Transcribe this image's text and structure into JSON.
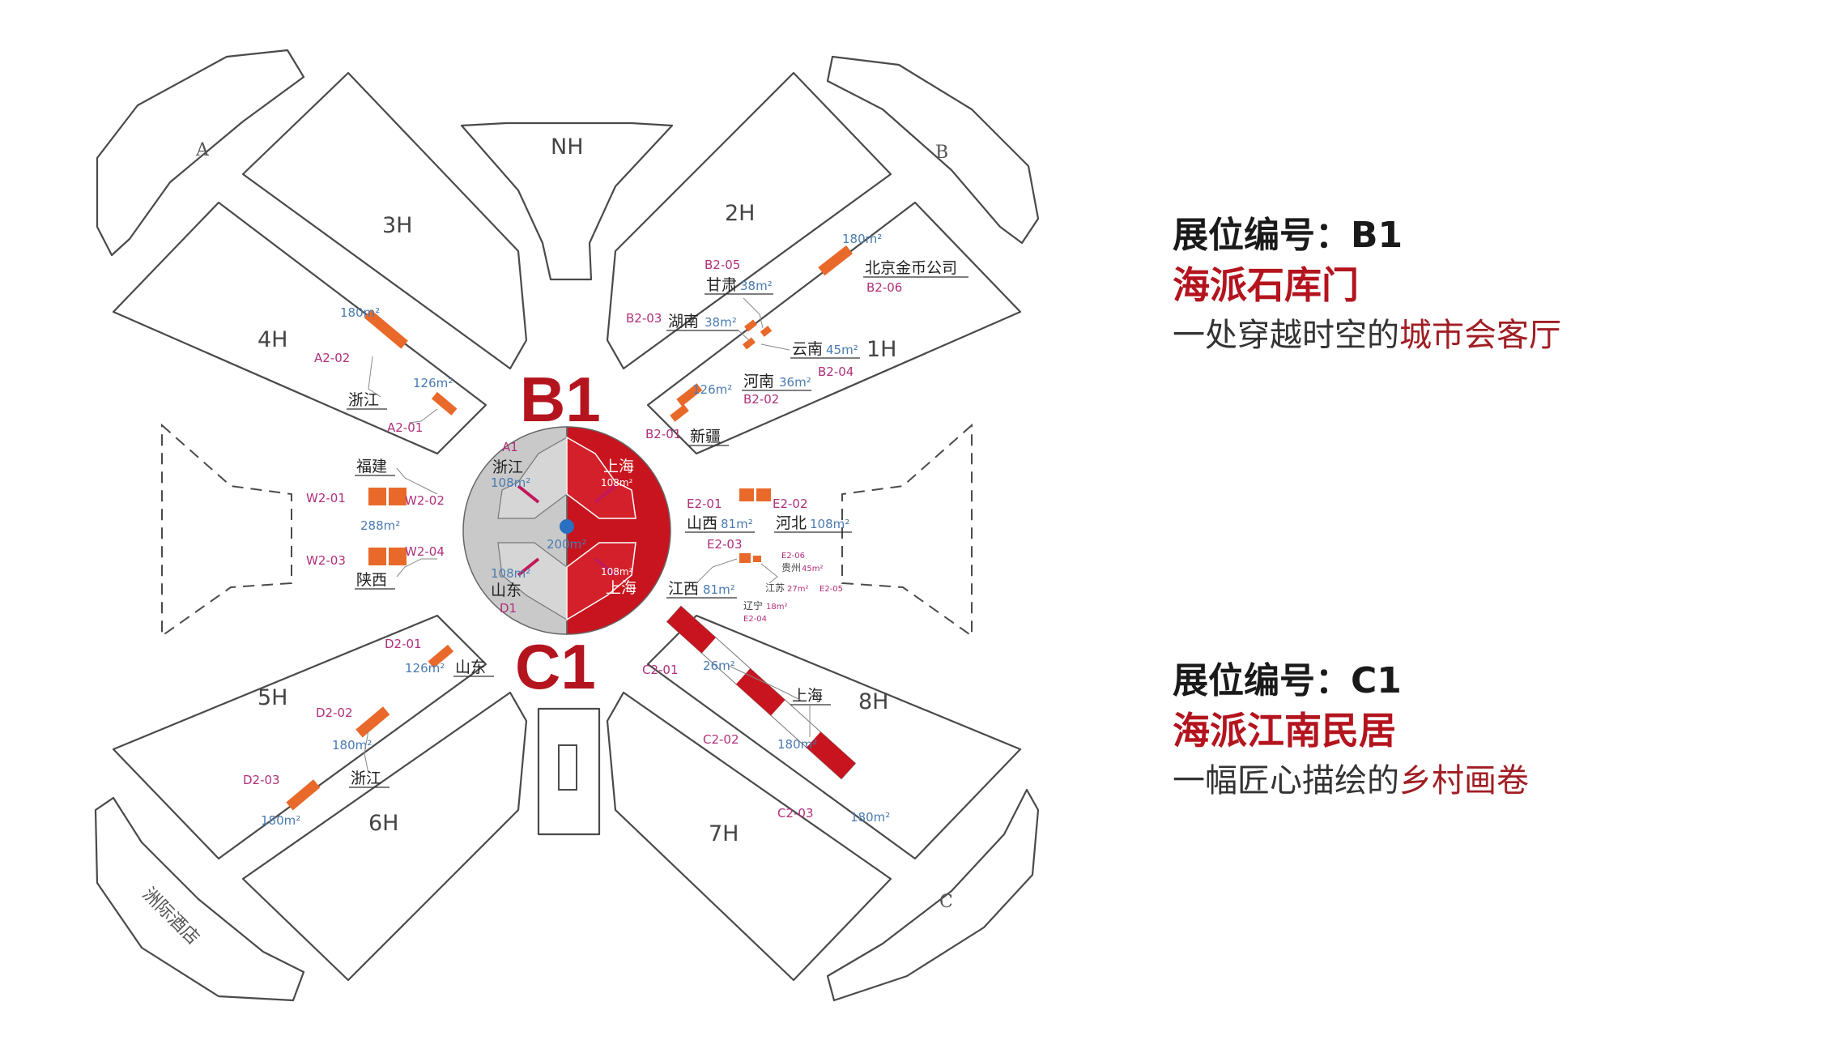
{
  "colors": {
    "booth": "#e8692a",
    "highlight_red": "#b4141e",
    "center_gray": "#c9c9c9",
    "area_text": "#4a7bb0",
    "code_text": "#b0307a"
  },
  "map": {
    "halls": {
      "A": "A",
      "B": "B",
      "C": "C",
      "NH": "NH",
      "h1": "1H",
      "h2": "2H",
      "h3": "3H",
      "h4": "4H",
      "h5": "5H",
      "h6": "6H",
      "h7": "7H",
      "h8": "8H",
      "hotel": "洲际酒店"
    },
    "center": {
      "big_b1": "B1",
      "big_c1": "C1",
      "hub_area": "200m²",
      "a1_code": "A1",
      "a1_prov": "浙江",
      "a1_area": "108m²",
      "b1_prov": "上海",
      "b1_area": "108m²",
      "d1_code": "D1",
      "d1_prov": "山东",
      "d1_area": "108m²",
      "c1_prov": "上海",
      "c1_area": "108m²"
    },
    "labels": {
      "a_180": "180m²",
      "a2_02": "A2-02",
      "a_126": "126m²",
      "a_zj": "浙江",
      "a2_01": "A2-01",
      "w_fj": "福建",
      "w2_01": "W2-01",
      "w2_02": "W2-02",
      "w_288": "288m²",
      "w2_03": "W2-03",
      "w2_04": "W2-04",
      "w_sx": "陕西",
      "b2_05": "B2-05",
      "b_gs": "甘肃",
      "b_gs_area": "38m²",
      "b2_03": "B2-03",
      "b_hn": "湖南",
      "b_hn_area": "38m²",
      "b_yn": "云南",
      "b_yn_area": "45m²",
      "b2_04": "B2-04",
      "b_126": "126m²",
      "b_henan": "河南",
      "b_henan_area": "36m²",
      "b2_02": "B2-02",
      "b2_01": "B2-01",
      "b_xj": "新疆",
      "b_180": "180m²",
      "b_bj": "北京金币公司",
      "b2_06": "B2-06",
      "e2_01": "E2-01",
      "e2_02": "E2-02",
      "e_sx": "山西",
      "e_sx_area": "81m²",
      "e_hb": "河北",
      "e_hb_area": "108m²",
      "e2_03": "E2-03",
      "e2_06": "E2-06",
      "e_gz": "贵州",
      "e_gz_area": "45m²",
      "e_jx": "江西",
      "e_jx_area": "81m²",
      "e_js": "江苏",
      "e_js_area": "27m²",
      "e2_05": "E2-05",
      "e_ln": "辽宁",
      "e_ln_area": "18m²",
      "e2_04": "E2-04",
      "d2_01": "D2-01",
      "d_126": "126m²",
      "d_sd": "山东",
      "d2_02": "D2-02",
      "d_180a": "180m²",
      "d_zj": "浙江",
      "d2_03": "D2-03",
      "d_180b": "180m²",
      "c2_01": "C2-01",
      "c_26": "26m²",
      "c_sh": "上海",
      "c2_02": "C2-02",
      "c_180a": "180m²",
      "c2_03": "C2-03",
      "c_180b": "180m²"
    }
  },
  "panel_b1": {
    "title": "展位编号：B1",
    "name": "海派石库门",
    "desc_plain": "一处穿越时空的",
    "desc_accent": "城市会客厅"
  },
  "panel_c1": {
    "title": "展位编号：C1",
    "name": "海派江南民居",
    "desc_plain": "一幅匠心描绘的",
    "desc_accent": "乡村画卷"
  }
}
